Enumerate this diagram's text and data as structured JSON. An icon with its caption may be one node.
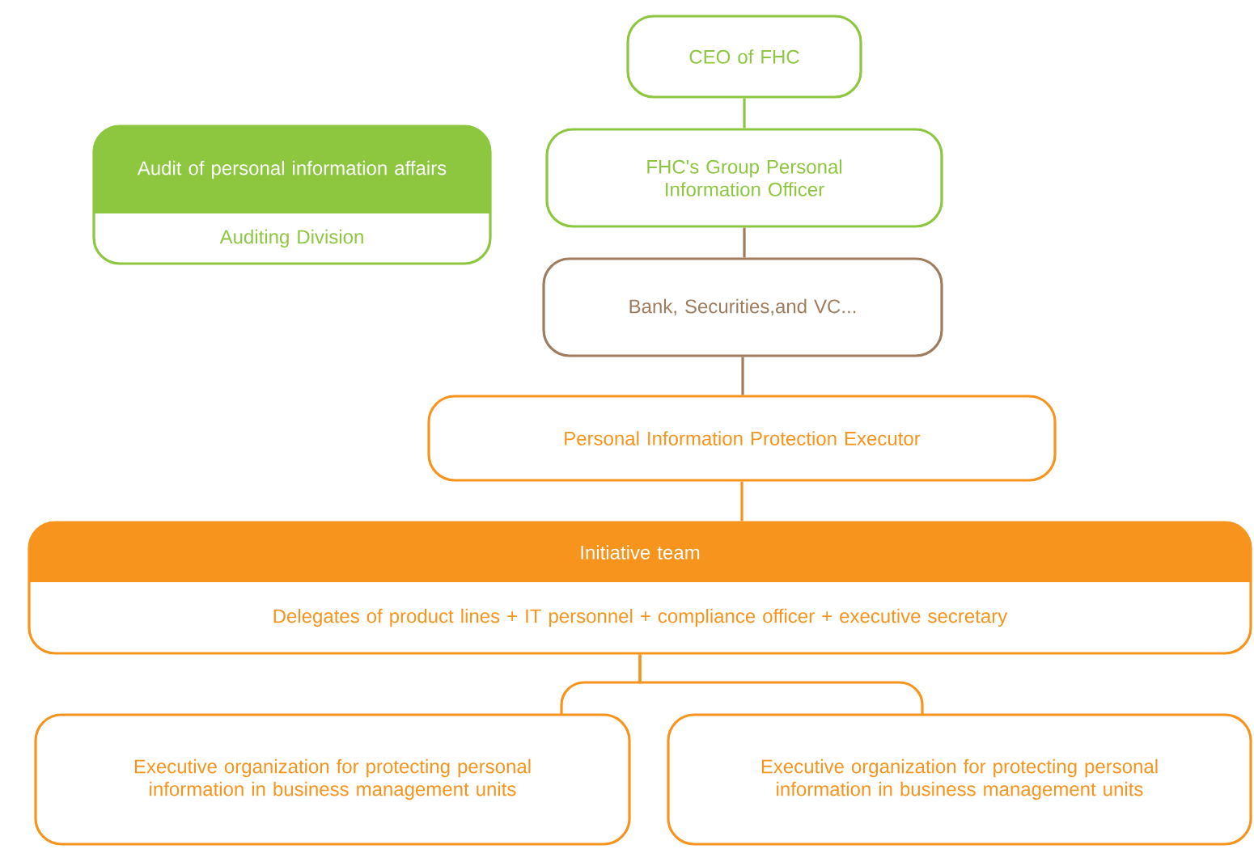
{
  "diagram": {
    "nodes": [
      {
        "text": [
          "CEO of FHC"
        ]
      },
      {
        "text": [
          "FHC's Group Personal Information Officer"
        ]
      },
      {
        "text": [
          "Audit of personal information affairs",
          "Auditing Division"
        ]
      },
      {
        "text": [
          "Bank, Securities,and VC..."
        ]
      },
      {
        "text": [
          "Personal Information Protection Executor"
        ]
      },
      {
        "text": [
          "Initiative team",
          "Delegates of product lines + IT personnel + compliance officer + executive secretary"
        ]
      },
      {
        "text": [
          "Executive organization for protecting personal information in business management units"
        ]
      },
      {
        "text": [
          "Executive organization for protecting personal information in business management units"
        ]
      }
    ],
    "edges": [
      {
        "from": 0,
        "to": 1,
        "arrow": "none",
        "color": "#8dc63f"
      },
      {
        "from": 1,
        "to": 3,
        "arrow": "none",
        "color": "#a07c5e"
      },
      {
        "from": 3,
        "to": 4,
        "arrow": "none",
        "color": "#a07c5e"
      },
      {
        "from": 4,
        "to": 5,
        "arrow": "none"
      },
      {
        "from": 5,
        "to": 6,
        "arrow": "none"
      },
      {
        "from": 5,
        "to": 7,
        "arrow": "none"
      }
    ]
  }
}
